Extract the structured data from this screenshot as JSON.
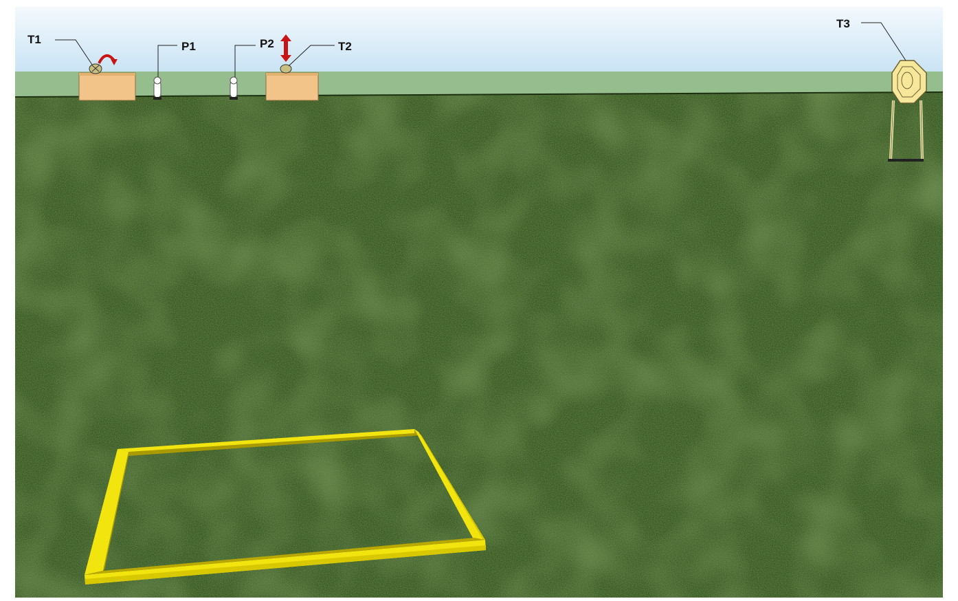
{
  "scene": {
    "colors": {
      "sky_top": "#f4f9fd",
      "sky_bottom": "#c9e3f4",
      "horizon_band": "#96bd8e",
      "grass_dark": "#2d4a1b",
      "grass_mid": "#3d5f26",
      "grass_light": "#527a34",
      "barricade": "#f2c48a",
      "fault_line": "#f2e40f",
      "fault_line_shadow": "#a99a00",
      "target_face": "#f7e79a",
      "arrow_red": "#c81414"
    },
    "labels": {
      "t1": "T1",
      "p1": "P1",
      "p2": "P2",
      "t2": "T2",
      "t3": "T3"
    },
    "icons": {
      "rotate": "curved-arrow-icon",
      "move": "up-down-arrow-icon"
    }
  }
}
